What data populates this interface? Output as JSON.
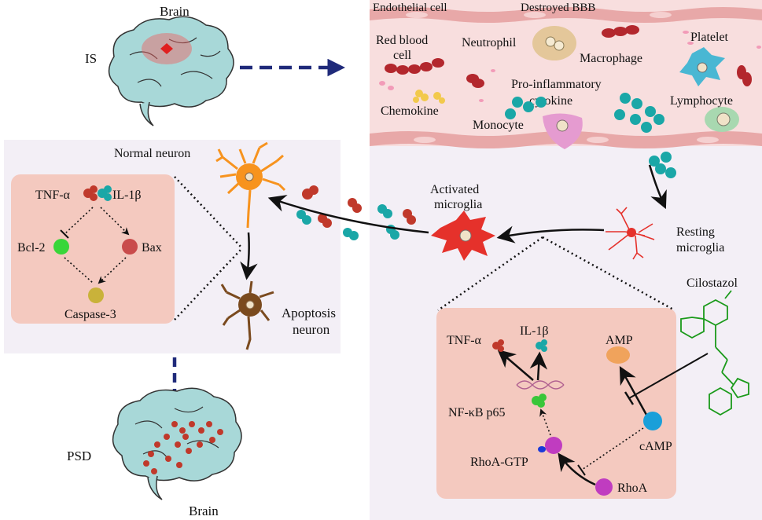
{
  "labels": {
    "is": "IS",
    "brain_top": "Brain",
    "endothelial_cell": "Endothelial cell",
    "destroyed_bbb": "Destroyed BBB",
    "red_blood_cell_1": "Red blood",
    "red_blood_cell_2": "cell",
    "neutrophil": "Neutrophil",
    "platelet": "Platelet",
    "macrophage": "Macrophage",
    "pro_inflammatory_1": "Pro-inflammatory",
    "pro_inflammatory_2": "cytokine",
    "chemokine": "Chemokine",
    "lymphocyte": "Lymphocyte",
    "monocyte": "Monocyte",
    "normal_neuron": "Normal neuron",
    "tnf_alpha_left": "TNF-α",
    "il1b_left": "IL-1β",
    "bcl2": "Bcl-2",
    "bax": "Bax",
    "caspase3": "Caspase-3",
    "activated_microglia_1": "Activated",
    "activated_microglia_2": "microglia",
    "resting_microglia_1": "Resting",
    "resting_microglia_2": "microglia",
    "apoptosis_neuron_1": "Apoptosis",
    "apoptosis_neuron_2": "neuron",
    "cilostazol": "Cilostazol",
    "tnf_alpha_right": "TNF-α",
    "il1b_right": "IL-1β",
    "amp": "AMP",
    "nfkb_p65": "NF-κB p65",
    "camp": "cAMP",
    "rhoa_gtp": "RhoA-GTP",
    "rhoa": "RhoA",
    "psd": "PSD",
    "brain_bottom": "Brain"
  },
  "colors": {
    "brain": "#a8d8d8",
    "brain_outline": "#333333",
    "vessel_wall": "#f2c7c7",
    "panel_bg": "#f3eff6",
    "pink_box": "#f4c9bf",
    "navy_arrow": "#1f2a7a",
    "red_blood_cell": "#b3272d",
    "cytokine_teal": "#1aa7a7",
    "cytokine_red": "#c0392b",
    "microglia": "#e5312b",
    "normal_neuron": "#f7931e",
    "apoptosis_neuron": "#7a4a1e",
    "bcl2": "#39d639",
    "bax": "#c94b4b",
    "caspase3": "#c9b23a",
    "amp": "#f0a35c",
    "camp": "#1a9fd9",
    "rhoa": "#c03cc0",
    "cilostazol": "#1a9a1a"
  }
}
